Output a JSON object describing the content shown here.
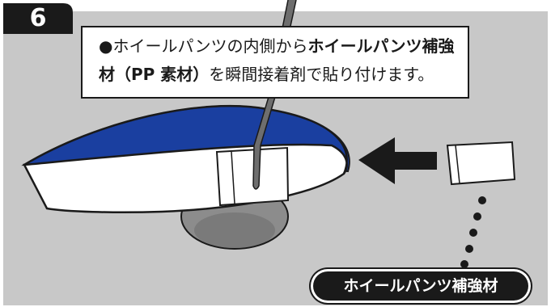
{
  "step": {
    "number": "6"
  },
  "caption": {
    "bullet": "●",
    "line1_plain": "ホイールパンツの内側から",
    "line1_bold": "ホイールパンツ補強",
    "line2_bold": "材（PP 素材）",
    "line2_plain": "を瞬間接着剤で貼り付けます。"
  },
  "part_label": {
    "text": "ホイールパンツ補強材"
  },
  "colors": {
    "frame_gray": "#c8c8c8",
    "outline": "#1a1a1a",
    "accent_blue": "#1a3fa0",
    "wheel_gray": "#8c8c8c",
    "wheel_dark": "#5a5a5a",
    "white": "#ffffff"
  },
  "icons": {
    "arrow": "left-arrow-icon",
    "dots": "dotted-leader-icon"
  }
}
